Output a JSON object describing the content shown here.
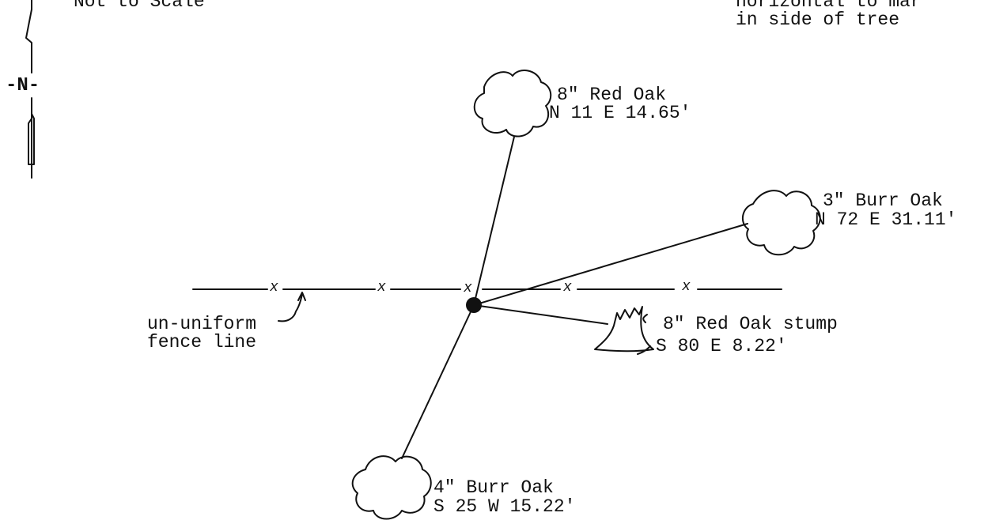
{
  "header": {
    "scale_note": "Not to Scale",
    "corner_note_line1": "horizontal to mar",
    "corner_note_line2": "in side of tree"
  },
  "north_arrow": {
    "label": "-N-"
  },
  "fence": {
    "marker": "x",
    "label_line1": "un-uniform",
    "label_line2": "fence line"
  },
  "bearing_trees": [
    {
      "name": "8\" Red Oak",
      "bearing": "N 11 E 14.65'"
    },
    {
      "name": "3\" Burr Oak",
      "bearing": "N 72 E 31.11'"
    },
    {
      "name": "8\" Red Oak stump",
      "bearing": "S 80 E 8.22'"
    },
    {
      "name": "4\" Burr Oak",
      "bearing": "S 25 W 15.22'"
    }
  ],
  "icons": [
    "north-arrow-icon",
    "tree-canopy-icon",
    "stump-icon",
    "corner-monument-icon"
  ]
}
